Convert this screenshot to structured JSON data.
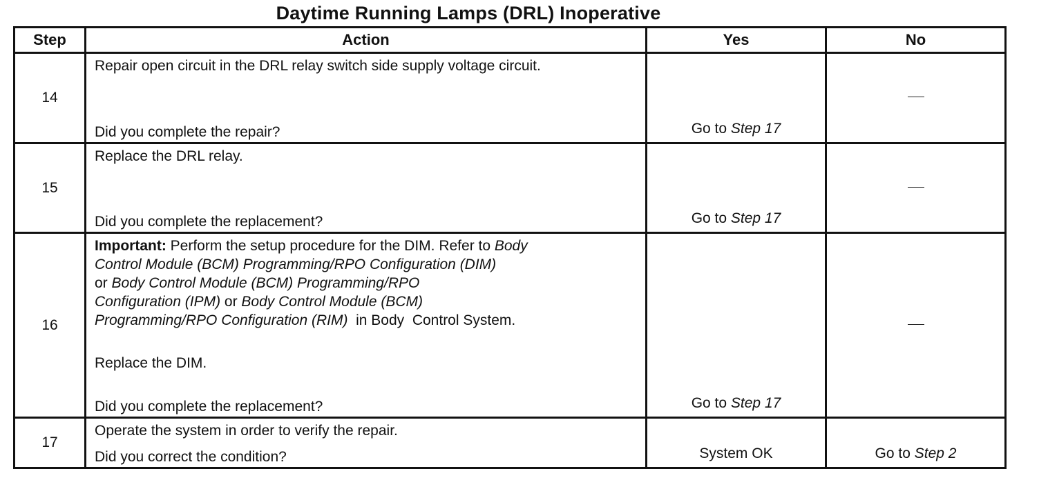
{
  "title": "Daytime Running Lamps (DRL) Inoperative",
  "headers": {
    "step": "Step",
    "action": "Action",
    "yes": "Yes",
    "no": "No"
  },
  "rows": [
    {
      "step": "14",
      "action_top": "Repair open circuit in the DRL relay switch side supply voltage circuit.",
      "action_bottom": "Did you complete the repair?",
      "yes_prefix": "Go to ",
      "yes_ref": "Step 17",
      "no": "—"
    },
    {
      "step": "15",
      "action_top": "Replace the DRL relay.",
      "action_bottom": "Did you complete the replacement?",
      "yes_prefix": "Go to ",
      "yes_ref": "Step 17",
      "no": "—"
    },
    {
      "step": "16",
      "important_label": "Important:",
      "important_l1_text": " Perform the setup procedure for the DIM. Refer to ",
      "important_l1_ital": "Body",
      "important_l2_ital": "Control Module (BCM) Programming/RPO Configuration (DIM)",
      "important_l3_text": "or ",
      "important_l3_ital": "Body Control Module (BCM) Programming/RPO",
      "important_l4_ital_a": "Configuration (IPM)",
      "important_l4_text": " or ",
      "important_l4_ital_b": "Body Control Module (BCM)",
      "important_l5_ital": "Programming/RPO Configuration (RIM)",
      "important_l5_text": "  in Body  Control System.",
      "action_mid": "Replace the DIM.",
      "action_bottom": "Did you complete the replacement?",
      "yes_prefix": "Go to ",
      "yes_ref": "Step 17",
      "no": "—"
    },
    {
      "step": "17",
      "action_top": "Operate the system in order to verify the repair.",
      "action_bottom": "Did you correct the condition?",
      "yes": "System OK",
      "no_prefix": "Go to ",
      "no_ref": "Step 2"
    }
  ]
}
